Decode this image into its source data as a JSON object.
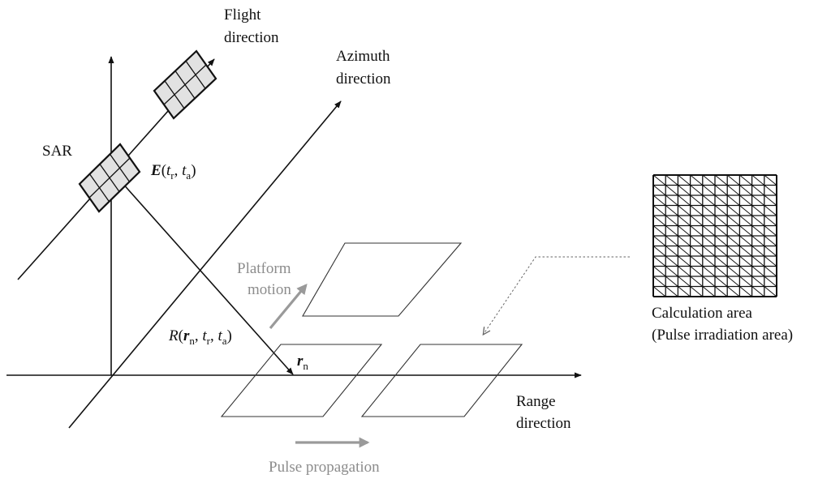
{
  "labels": {
    "flight_line1": "Flight",
    "flight_line2": "direction",
    "azimuth_line1": "Azimuth",
    "azimuth_line2": "direction",
    "sar": "SAR",
    "platform_line1": "Platform",
    "platform_line2": "motion",
    "range_line1": "Range",
    "range_line2": "direction",
    "pulse": "Pulse propagation",
    "calc_line1": "Calculation area",
    "calc_line2": "(Pulse irradiation area)"
  },
  "math": {
    "E_sym": "E",
    "E_open": "(",
    "t_sym": "t",
    "r_sub": "r",
    "a_sub": "a",
    "comma": ", ",
    "close": ")",
    "R_sym": "R",
    "r_vec": "r",
    "n_sub": "n"
  },
  "colors": {
    "line": "#111111",
    "gray_text": "#8c8c8c",
    "gray_arrow": "#9a9a9a",
    "antenna_fill": "#e2e2e2"
  },
  "mesh": {
    "rows": 12,
    "cols": 10
  }
}
